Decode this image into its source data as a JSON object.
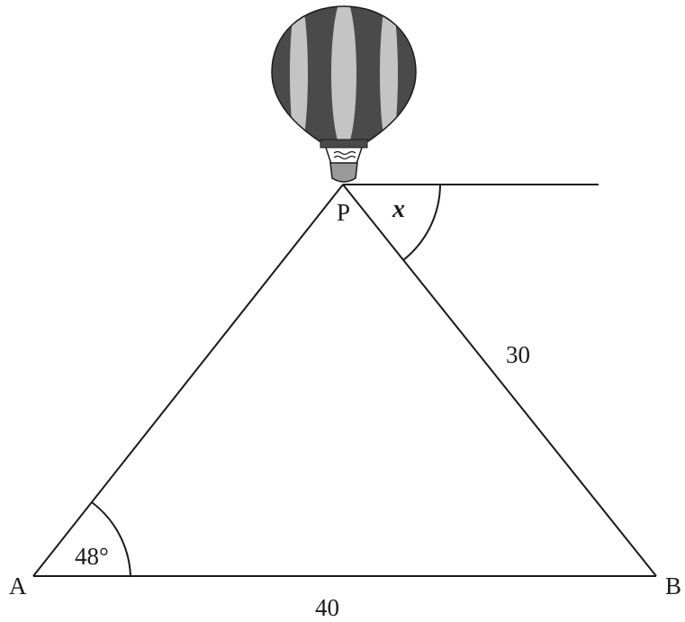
{
  "vertices": {
    "A": "A",
    "B": "B",
    "P": "P"
  },
  "angles": {
    "at_A": "48°",
    "at_P": "x"
  },
  "sides": {
    "AB": "40",
    "PB": "30"
  },
  "colors": {
    "line": "#1a1a1a",
    "balloon_dark": "#4a4a4a",
    "balloon_light": "#c4c4c4",
    "basket": "#9a9a9a"
  },
  "icons": {
    "balloon": "hot-air-balloon-icon"
  }
}
